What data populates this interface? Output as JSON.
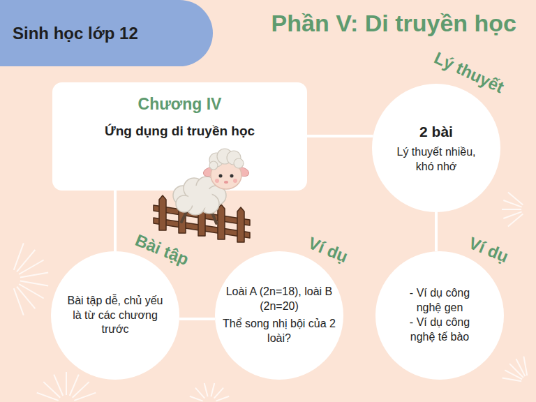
{
  "diagram": {
    "title": "Phần V: Di truyền học",
    "nodes": [
      {
        "text": [
          "Sinh học lớp 12"
        ]
      },
      {
        "text": [
          "Chương IV",
          "Ứng dụng di truyền học"
        ]
      },
      {
        "text": [
          "Lý thuyết",
          "2 bài",
          "Lý thuyết nhiều, khó nhớ"
        ]
      },
      {
        "text": [
          "Bài tập",
          "Bài tập dễ, chủ yếu là từ các chương trước"
        ]
      },
      {
        "text": [
          "Ví dụ",
          "Loài A (2n=18), loài B (2n=20)",
          "Thể song nhị bội của 2 loài?"
        ]
      },
      {
        "text": [
          "Ví dụ",
          "- Ví dụ công nghệ gen",
          "- Ví dụ công nghệ tế bào"
        ]
      }
    ],
    "edges": [
      {
        "from": 1,
        "to": 2,
        "arrow": "none"
      },
      {
        "from": 1,
        "to": 3,
        "arrow": "none"
      },
      {
        "from": 3,
        "to": 4,
        "arrow": "none"
      },
      {
        "from": 2,
        "to": 5,
        "arrow": "none"
      }
    ]
  }
}
